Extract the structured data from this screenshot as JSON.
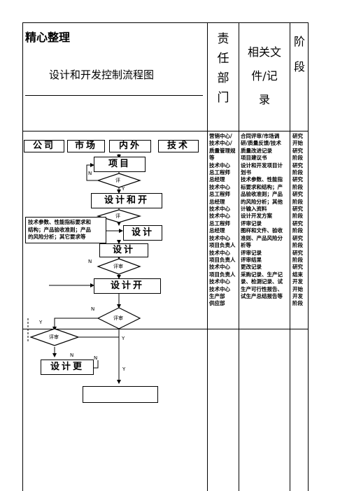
{
  "header": {
    "brand": "精心整理",
    "title": "设计和开发控制流程图",
    "col_responsible": [
      "责",
      "任",
      "部",
      "门"
    ],
    "col_documents": [
      "相关文",
      "件/记",
      "录"
    ],
    "col_stage": [
      "阶",
      "段"
    ]
  },
  "departments": [
    "营销中心/",
    "技术中心/",
    "质量管理规",
    "等",
    "技术中心",
    "总工程师",
    "总经理",
    "技术中心",
    "总工程师",
    "总经理",
    "技术中心",
    "技术中心",
    "总工程师",
    "总经理",
    "技术中心",
    "项目负责人",
    "技术中心",
    "项目负责人",
    "技术中心",
    "项目负责人",
    "技术中心",
    "技术中心",
    "生产部",
    "供应部"
  ],
  "documents": [
    "合同评审/市场调",
    "研/质量反馈/技术",
    "质量改进记录",
    "项目建议书",
    "设计和开发项目计",
    "划书",
    "技术参数、性能指",
    "标要求和结构；产",
    "品验收准则；产品",
    "的风险分析；其他",
    "计输入资料",
    "设计开发方案",
    "评审记录",
    "图样和文件、验收",
    "准则、产品风险分",
    "析等",
    "评审记录",
    "评审结果",
    "更改记录",
    "采购记录、生产记",
    "录、检测记录、试",
    "生产可行性报告、",
    "试生产总结报告等"
  ],
  "stages": [
    "研究",
    "开始",
    "研究",
    "阶段",
    "研究",
    "阶段",
    "研究",
    "阶段",
    "研究",
    "阶段",
    "研究",
    "阶段",
    "研究",
    "阶段",
    "研究",
    "阶段",
    "研究",
    "阶段",
    "研究",
    "结束",
    "开发",
    "开始",
    "开发",
    "阶段"
  ],
  "flow": {
    "top_boxes": [
      "公司",
      "市场",
      "内外",
      "技术"
    ],
    "project_box": "项目",
    "design_input_box": "设计和开",
    "design_box_1": "设计",
    "design_box_2": "设计",
    "design_box_3": "设计开",
    "design_change_box": "设计更",
    "diamond_label": "评审",
    "diamond_label_short": "评",
    "yes": "Y",
    "no": "N",
    "cut_label": "N",
    "note_lines": [
      "技术参数、性能指标要求和",
      "结构；产品验收准则；产品",
      "的风险分析；其它要求等"
    ]
  }
}
